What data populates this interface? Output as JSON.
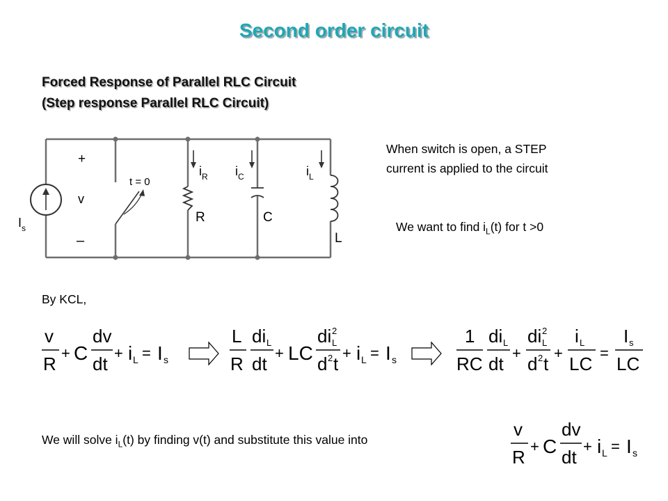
{
  "slide": {
    "title": "Second order circuit",
    "subtitle_line1": "Forced Response of Parallel RLC Circuit",
    "subtitle_line2": "(Step response Parallel RLC Circuit)",
    "note_line1": "When switch is open, a STEP",
    "note_line2": "current is applied to the circuit",
    "goal_prefix": "We want to find i",
    "goal_sub": "L",
    "goal_suffix": "(t) for t >0",
    "kcl_label": "By KCL,",
    "solve_prefix": "We will solve i",
    "solve_sub": "L",
    "solve_suffix": "(t) by finding v(t) and substitute this value into"
  },
  "circuit": {
    "source_label": "I",
    "source_sub": "s",
    "plus": "+",
    "voltage": "v",
    "minus": "–",
    "switch_label": "t = 0",
    "iR": "i",
    "iR_sub": "R",
    "iC": "i",
    "iC_sub": "C",
    "iL": "i",
    "iL_sub": "L",
    "R": "R",
    "C": "C",
    "L": "L"
  },
  "equations": {
    "eq1": {
      "v": "v",
      "R": "R",
      "plus1": "+",
      "C": "C",
      "dv": "dv",
      "dt": "dt",
      "plus2": "+",
      "i": "i",
      "iL_sub": "L",
      "equals": "=",
      "I": "I",
      "Is_sub": "s"
    },
    "eq2": {
      "L": "L",
      "R": "R",
      "di": "di",
      "di_sub": "L",
      "dt": "dt",
      "plus1": "+",
      "LC": "LC",
      "di2": "di",
      "di2_sup": "2",
      "di2_sub": "L",
      "d2": "d",
      "d2_sup": "2",
      "t": "t",
      "plus2": "+",
      "i": "i",
      "iL_sub": "L",
      "equals": "=",
      "I": "I",
      "Is_sub": "s"
    },
    "eq3": {
      "one": "1",
      "RC": "RC",
      "di": "di",
      "di_sub": "L",
      "dt": "dt",
      "plus1": "+",
      "di2": "di",
      "di2_sup": "2",
      "di2_sub": "L",
      "d2": "d",
      "d2_sup": "2",
      "t": "t",
      "plus2": "+",
      "i": "i",
      "iL_sub": "L",
      "LC": "LC",
      "equals": "=",
      "I": "I",
      "Is_sub": "s",
      "LC2": "LC"
    },
    "eq4": {
      "v": "v",
      "R": "R",
      "plus1": "+",
      "C": "C",
      "dv": "dv",
      "dt": "dt",
      "plus2": "+",
      "i": "i",
      "iL_sub": "L",
      "equals": "=",
      "I": "I",
      "Is_sub": "s"
    }
  }
}
